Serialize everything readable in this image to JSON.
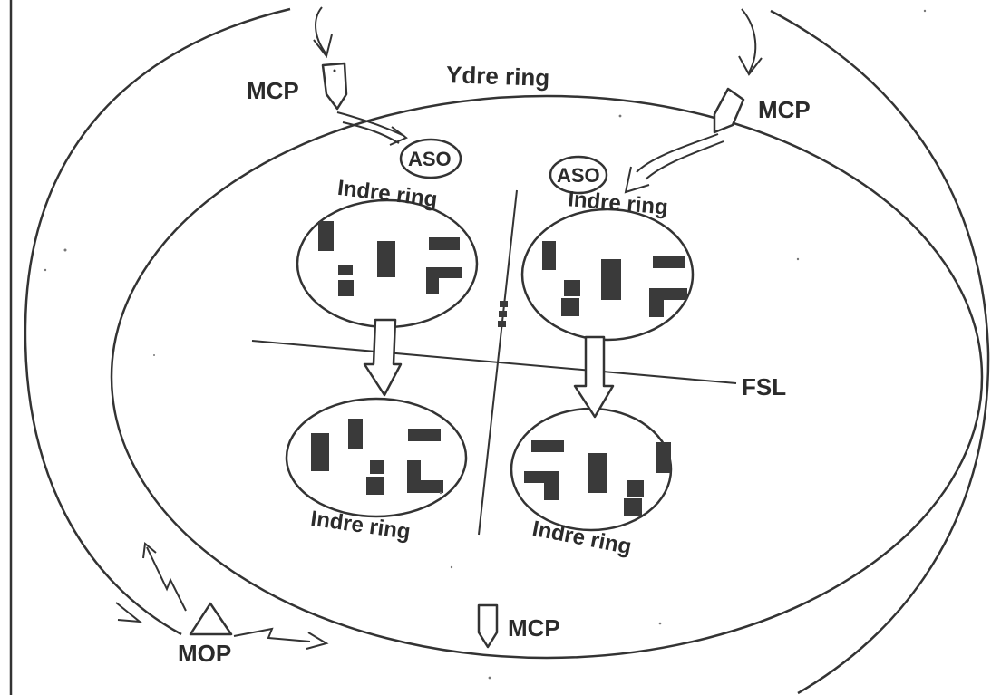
{
  "labels": {
    "outer_ring": "Ydre ring",
    "inner_ring": "Indre ring",
    "mcp": "MCP",
    "aso": "ASO",
    "fsl": "FSL",
    "mop": "MOP"
  },
  "icons": [
    "mcp-pentagon-icon",
    "mop-triangle-icon",
    "flow-arrow-icon"
  ],
  "colors": {
    "ink": "#333333",
    "blocks": "#3a3a3a",
    "background": "#ffffff"
  }
}
